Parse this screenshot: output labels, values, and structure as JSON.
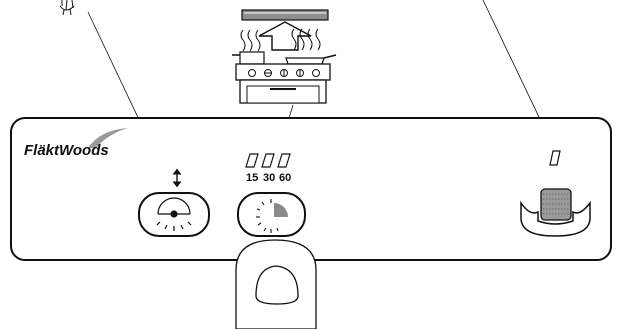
{
  "brand": {
    "name": "FläktWoods"
  },
  "timer": {
    "options": [
      "15",
      "30",
      "60"
    ],
    "active_fraction": 0.25
  },
  "icons": {
    "fan_speed": "fan-speed-dial-icon",
    "timer": "timer-clock-icon",
    "filter": "grease-filter-icon",
    "up_down": "up-down-arrow-icon",
    "hood_airflow": "hood-airflow-icon",
    "stove": "stove-with-pots-icon",
    "finger": "pressing-finger-icon",
    "light_indicator": "light-indicator-icon",
    "light_source": "ceiling-light-icon"
  },
  "colors": {
    "line": "#111111",
    "timer_fill": "#8a8a8a",
    "filter_fill": "#9a9a9a",
    "background": "#ffffff"
  }
}
